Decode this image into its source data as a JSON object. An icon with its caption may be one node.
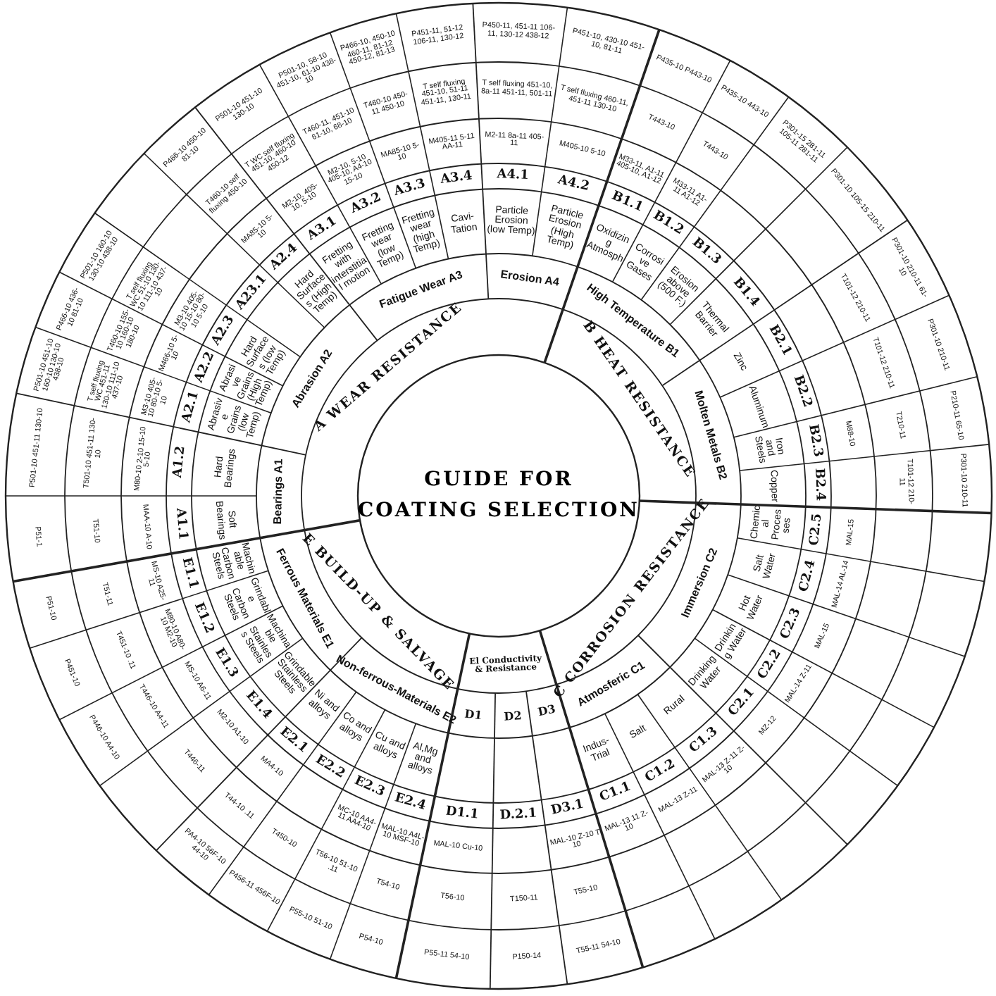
{
  "diagram": {
    "title": "GUIDE FOR COATING SELECTION",
    "nodes": [
      {
        "text": [
          "A WEAR RESISTANCE"
        ]
      },
      {
        "text": [
          "B HEAT RESISTANCE"
        ]
      },
      {
        "text": [
          "C CORROSION RESISTANCE"
        ]
      },
      {
        "text": [
          "El Conductivity & Resistance"
        ]
      },
      {
        "text": [
          "E BUILD-UP & SALVAGE"
        ]
      },
      {
        "text": [
          "Bearings A1"
        ]
      },
      {
        "text": [
          "Abrasion A2"
        ]
      },
      {
        "text": [
          "Fatigue Wear A3"
        ]
      },
      {
        "text": [
          "Erosion A4"
        ]
      },
      {
        "text": [
          "High Temperature B1"
        ]
      },
      {
        "text": [
          "Molten Metals B2"
        ]
      },
      {
        "text": [
          "Immersion C2"
        ]
      },
      {
        "text": [
          "Atmosferic C1"
        ]
      },
      {
        "text": [
          "D3"
        ]
      },
      {
        "text": [
          "D2"
        ]
      },
      {
        "text": [
          "D1"
        ]
      },
      {
        "text": [
          "Non-ferrous-Materials E2"
        ]
      },
      {
        "text": [
          "Ferrous Materials E1"
        ]
      },
      {
        "text": [
          "Soft Bearings"
        ]
      },
      {
        "text": [
          "A1.1"
        ]
      },
      {
        "text": [
          "MAA-10 A-10"
        ]
      },
      {
        "text": [
          "T51-10"
        ]
      },
      {
        "text": [
          "P51-1"
        ]
      },
      {
        "text": [
          "Hard Bearings"
        ]
      },
      {
        "text": [
          "A1.2"
        ]
      },
      {
        "text": [
          "M80-10 2-10 15-10 5-10"
        ]
      },
      {
        "text": [
          "T501-10 451-11 130-10"
        ]
      },
      {
        "text": [
          "P501-10 451-11 130-10"
        ]
      },
      {
        "text": [
          "Abrasive Grains (low Temp)"
        ]
      },
      {
        "text": [
          "A2.1"
        ]
      },
      {
        "text": [
          "M3-10 405-10 80-10 5-10"
        ]
      },
      {
        "text": [
          "T self fluxing WC 451-11 130-10 111-10 437-10"
        ]
      },
      {
        "text": [
          "P501-10 451-10 160-10 130-10 438-10"
        ]
      },
      {
        "text": [
          "Abrasive Grains (High Temp)"
        ]
      },
      {
        "text": [
          "A2.2"
        ]
      },
      {
        "text": [
          "M466-10 5-10"
        ]
      },
      {
        "text": [
          "T460-10 155-10 160-10 180-10"
        ]
      },
      {
        "text": [
          "P466-10 436-10 81-10"
        ]
      },
      {
        "text": [
          "Hard Surfaces (low Temp)"
        ]
      },
      {
        "text": [
          "A2.3"
        ]
      },
      {
        "text": [
          "M3-10 405-10 15-10 80-10 5-10"
        ]
      },
      {
        "text": [
          "T self fluxing WC 51-10 130-10 111-10 437-10"
        ]
      },
      {
        "text": [
          "P501-10 160-10 130-10 438-10"
        ]
      },
      {
        "text": [
          "A23.1"
        ]
      },
      {
        "text": [
          "Hard Surfaces (High Temp)"
        ]
      },
      {
        "text": [
          "A2.4"
        ]
      },
      {
        "text": [
          "MA85-10 5-10"
        ]
      },
      {
        "text": [
          "T460-10 self fluxing 450-10"
        ]
      },
      {
        "text": [
          "P466-10 450-10 81-10"
        ]
      },
      {
        "text": [
          "Fretting with interstitial motion"
        ]
      },
      {
        "text": [
          "A3.1"
        ]
      },
      {
        "text": [
          "M2-10, 405-10, 5-10"
        ]
      },
      {
        "text": [
          "T WC self fluxing 451-10, 460-10 450-12"
        ]
      },
      {
        "text": [
          "P501-10 451-10 130-10"
        ]
      },
      {
        "text": [
          "Fretting wear (low Temp)"
        ]
      },
      {
        "text": [
          "A3.2"
        ]
      },
      {
        "text": [
          "M2-10, 5-10 405-10, A4-10 15-10"
        ]
      },
      {
        "text": [
          "T460-11, 451-10 61-10, 68-10"
        ]
      },
      {
        "text": [
          "P501-10, 58-10 451-10, 61-10 438-10"
        ]
      },
      {
        "text": [
          "Fretting wear (high Temp)"
        ]
      },
      {
        "text": [
          "A3.3"
        ]
      },
      {
        "text": [
          "MA85-10 5-10"
        ]
      },
      {
        "text": [
          "T460-10 450-11 450-10"
        ]
      },
      {
        "text": [
          "P466-10, 450-10 460-11, 81-12 450-12, 81-13"
        ]
      },
      {
        "text": [
          "Cavi-Tation"
        ]
      },
      {
        "text": [
          "A3.4"
        ]
      },
      {
        "text": [
          "M405-11 5-11 AA-11"
        ]
      },
      {
        "text": [
          "T self fluxing 451-10, 51-11 451-11, 130-11"
        ]
      },
      {
        "text": [
          "P451-11, 51-12 106-11, 130-12"
        ]
      },
      {
        "text": [
          "Particle Erosion (low Temp)"
        ]
      },
      {
        "text": [
          "A4.1"
        ]
      },
      {
        "text": [
          "M2-11 8a-11 405-11"
        ]
      },
      {
        "text": [
          "T self fluxing 451-10, 8a-11 451-11, 501-11"
        ]
      },
      {
        "text": [
          "P450-11, 451-11 106-11, 130-12 438-12"
        ]
      },
      {
        "text": [
          "Particle Erosion (High Temp)"
        ]
      },
      {
        "text": [
          "A4.2"
        ]
      },
      {
        "text": [
          "M405-10 5-10"
        ]
      },
      {
        "text": [
          "T self fluxing 460-11, 451-11 130-10"
        ]
      },
      {
        "text": [
          "P451-10, 430-10 451-10, 81-11"
        ]
      },
      {
        "text": [
          "Oxidizing Atmosph"
        ]
      },
      {
        "text": [
          "B1.1"
        ]
      },
      {
        "text": [
          "M33-11, A1-11 405-10, A1-12"
        ]
      },
      {
        "text": [
          "T443-10"
        ]
      },
      {
        "text": [
          "P435-10 P443-10"
        ]
      },
      {
        "text": [
          "Corrosive Gases"
        ]
      },
      {
        "text": [
          "B1.2"
        ]
      },
      {
        "text": [
          "M33-11 A1-11 A1-12"
        ]
      },
      {
        "text": [
          "T443-10"
        ]
      },
      {
        "text": [
          "P435-10 443-10"
        ]
      },
      {
        "text": [
          "Erosion above (500 F.)"
        ]
      },
      {
        "text": [
          "B1.3"
        ]
      },
      {
        "text": [
          "P301-15 281-11 105-11 281-11"
        ]
      },
      {
        "text": [
          "Thermal Barrier"
        ]
      },
      {
        "text": [
          "B1.4"
        ]
      },
      {
        "text": [
          "P301-10 105-15 210-11"
        ]
      },
      {
        "text": [
          "Zinc"
        ]
      },
      {
        "text": [
          "B2.1"
        ]
      },
      {
        "text": [
          "T101-12 210-11"
        ]
      },
      {
        "text": [
          "P301-10 210-11 61-10"
        ]
      },
      {
        "text": [
          "Aluminum"
        ]
      },
      {
        "text": [
          "B2.2"
        ]
      },
      {
        "text": [
          "T101-12 210-11"
        ]
      },
      {
        "text": [
          "P301-10 210-11"
        ]
      },
      {
        "text": [
          "Iron and Steels"
        ]
      },
      {
        "text": [
          "B2.3"
        ]
      },
      {
        "text": [
          "M88-10"
        ]
      },
      {
        "text": [
          "T210-11"
        ]
      },
      {
        "text": [
          "P210-11 65-10"
        ]
      },
      {
        "text": [
          "Copper"
        ]
      },
      {
        "text": [
          "B2.4"
        ]
      },
      {
        "text": [
          "T101-12 210-11"
        ]
      },
      {
        "text": [
          "P301-10 210-11"
        ]
      },
      {
        "text": [
          "Chemical Processes"
        ]
      },
      {
        "text": [
          "C2.5"
        ]
      },
      {
        "text": [
          "MAL-15"
        ]
      },
      {
        "text": [
          "Salt Water"
        ]
      },
      {
        "text": [
          "C2.4"
        ]
      },
      {
        "text": [
          "MAL-14 AL-14"
        ]
      },
      {
        "text": [
          "Hot Water"
        ]
      },
      {
        "text": [
          "C2.3"
        ]
      },
      {
        "text": [
          "MAL-15"
        ]
      },
      {
        "text": [
          "Drinking Water"
        ]
      },
      {
        "text": [
          "C2.2"
        ]
      },
      {
        "text": [
          "MAL-14 Z-11"
        ]
      },
      {
        "text": [
          "Drinking Water"
        ]
      },
      {
        "text": [
          "C2.1"
        ]
      },
      {
        "text": [
          "MZ-12"
        ]
      },
      {
        "text": [
          "Rural"
        ]
      },
      {
        "text": [
          "C1.3"
        ]
      },
      {
        "text": [
          "MAL-13 Z-11 Z-10"
        ]
      },
      {
        "text": [
          "Salt"
        ]
      },
      {
        "text": [
          "C1.2"
        ]
      },
      {
        "text": [
          "MAL-13 Z-11"
        ]
      },
      {
        "text": [
          "Indus-Trial"
        ]
      },
      {
        "text": [
          "C1.1"
        ]
      },
      {
        "text": [
          "MAL-13 11 Z-10"
        ]
      },
      {
        "text": [
          "D3.1"
        ]
      },
      {
        "text": [
          "MAL-10 Z-10 T 10"
        ]
      },
      {
        "text": [
          "T55-10"
        ]
      },
      {
        "text": [
          "T55-11 54-10"
        ]
      },
      {
        "text": [
          "D.2.1"
        ]
      },
      {
        "text": [
          "T150-11"
        ]
      },
      {
        "text": [
          "P150-14"
        ]
      },
      {
        "text": [
          "D1.1"
        ]
      },
      {
        "text": [
          "MAL-10 Cu-10"
        ]
      },
      {
        "text": [
          "T56-10"
        ]
      },
      {
        "text": [
          "P55-11 54-10"
        ]
      },
      {
        "text": [
          "Al,Mg and alloys"
        ]
      },
      {
        "text": [
          "E2.4"
        ]
      },
      {
        "text": [
          "MAL-10 A4L-10 MSF-10"
        ]
      },
      {
        "text": [
          "T54-10"
        ]
      },
      {
        "text": [
          "P54-10"
        ]
      },
      {
        "text": [
          "Cu and alloys"
        ]
      },
      {
        "text": [
          "E2.3"
        ]
      },
      {
        "text": [
          "MC-10 AA4-11 AA4-10"
        ]
      },
      {
        "text": [
          "T56-10 51-10 .11"
        ]
      },
      {
        "text": [
          "P55-10 51-10"
        ]
      },
      {
        "text": [
          "Co and alloys"
        ]
      },
      {
        "text": [
          "E2.2"
        ]
      },
      {
        "text": [
          "T450-10"
        ]
      },
      {
        "text": [
          "P456-11 456F-10"
        ]
      },
      {
        "text": [
          "Ni and alloys"
        ]
      },
      {
        "text": [
          "E2.1"
        ]
      },
      {
        "text": [
          "MA4-10"
        ]
      },
      {
        "text": [
          "T44-10 .11"
        ]
      },
      {
        "text": [
          "PA4-10 56F-10 44-10"
        ]
      },
      {
        "text": [
          "Grindable Stainless Steels"
        ]
      },
      {
        "text": [
          "E1.4"
        ]
      },
      {
        "text": [
          "M2-10 A1-10"
        ]
      },
      {
        "text": [
          "T446-11"
        ]
      },
      {
        "text": [
          "Machinable Stainless Steels"
        ]
      },
      {
        "text": [
          "E1.3"
        ]
      },
      {
        "text": [
          "MS-10 A6-11"
        ]
      },
      {
        "text": [
          "T446-10 A4-11"
        ]
      },
      {
        "text": [
          "P446-10 A4-10"
        ]
      },
      {
        "text": [
          "Grindable Carbon Steels"
        ]
      },
      {
        "text": [
          "E1.2"
        ]
      },
      {
        "text": [
          "M80-10 A80-10 M2-10"
        ]
      },
      {
        "text": [
          "T451-10 .11"
        ]
      },
      {
        "text": [
          "P451-10"
        ]
      },
      {
        "text": [
          "Machinable Carbon Steels"
        ]
      },
      {
        "text": [
          "E1.1"
        ]
      },
      {
        "text": [
          "MS-10 A25-11"
        ]
      },
      {
        "text": [
          "T51-11"
        ]
      },
      {
        "text": [
          "P51-10"
        ]
      }
    ]
  }
}
